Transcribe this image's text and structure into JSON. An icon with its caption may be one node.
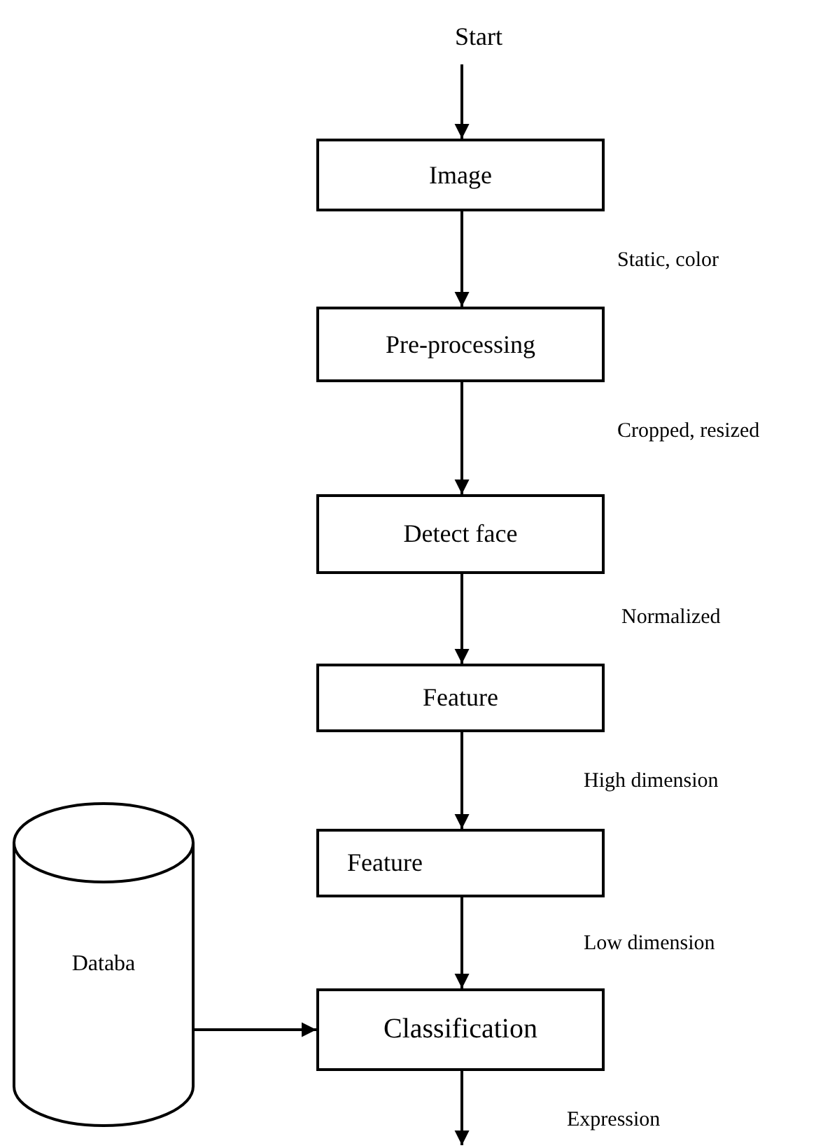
{
  "diagram": {
    "nodes": [
      {
        "text": [
          "Start"
        ]
      },
      {
        "text": [
          "Image"
        ]
      },
      {
        "text": [
          "Pre-processing"
        ]
      },
      {
        "text": [
          "Detect face"
        ]
      },
      {
        "text": [
          "Feature"
        ]
      },
      {
        "text": [
          "Feature"
        ]
      },
      {
        "text": [
          "Databa"
        ]
      },
      {
        "text": [
          "Classification"
        ]
      }
    ],
    "edges": [
      {
        "from": 0,
        "to": 1,
        "arrow": "to"
      },
      {
        "from": 1,
        "to": 2,
        "arrow": "to"
      },
      {
        "from": 2,
        "to": 3,
        "arrow": "to"
      },
      {
        "from": 3,
        "to": 4,
        "arrow": "to"
      },
      {
        "from": 4,
        "to": 5,
        "arrow": "to"
      },
      {
        "from": 5,
        "to": 7,
        "arrow": "to"
      },
      {
        "from": 6,
        "to": 7,
        "arrow": "to"
      },
      {
        "from": 7,
        "to": null,
        "arrow": "to"
      }
    ],
    "labels": [
      "Static, color",
      "Cropped, resized",
      "Normalized",
      "High dimension",
      "Low dimension",
      "Expression"
    ]
  }
}
